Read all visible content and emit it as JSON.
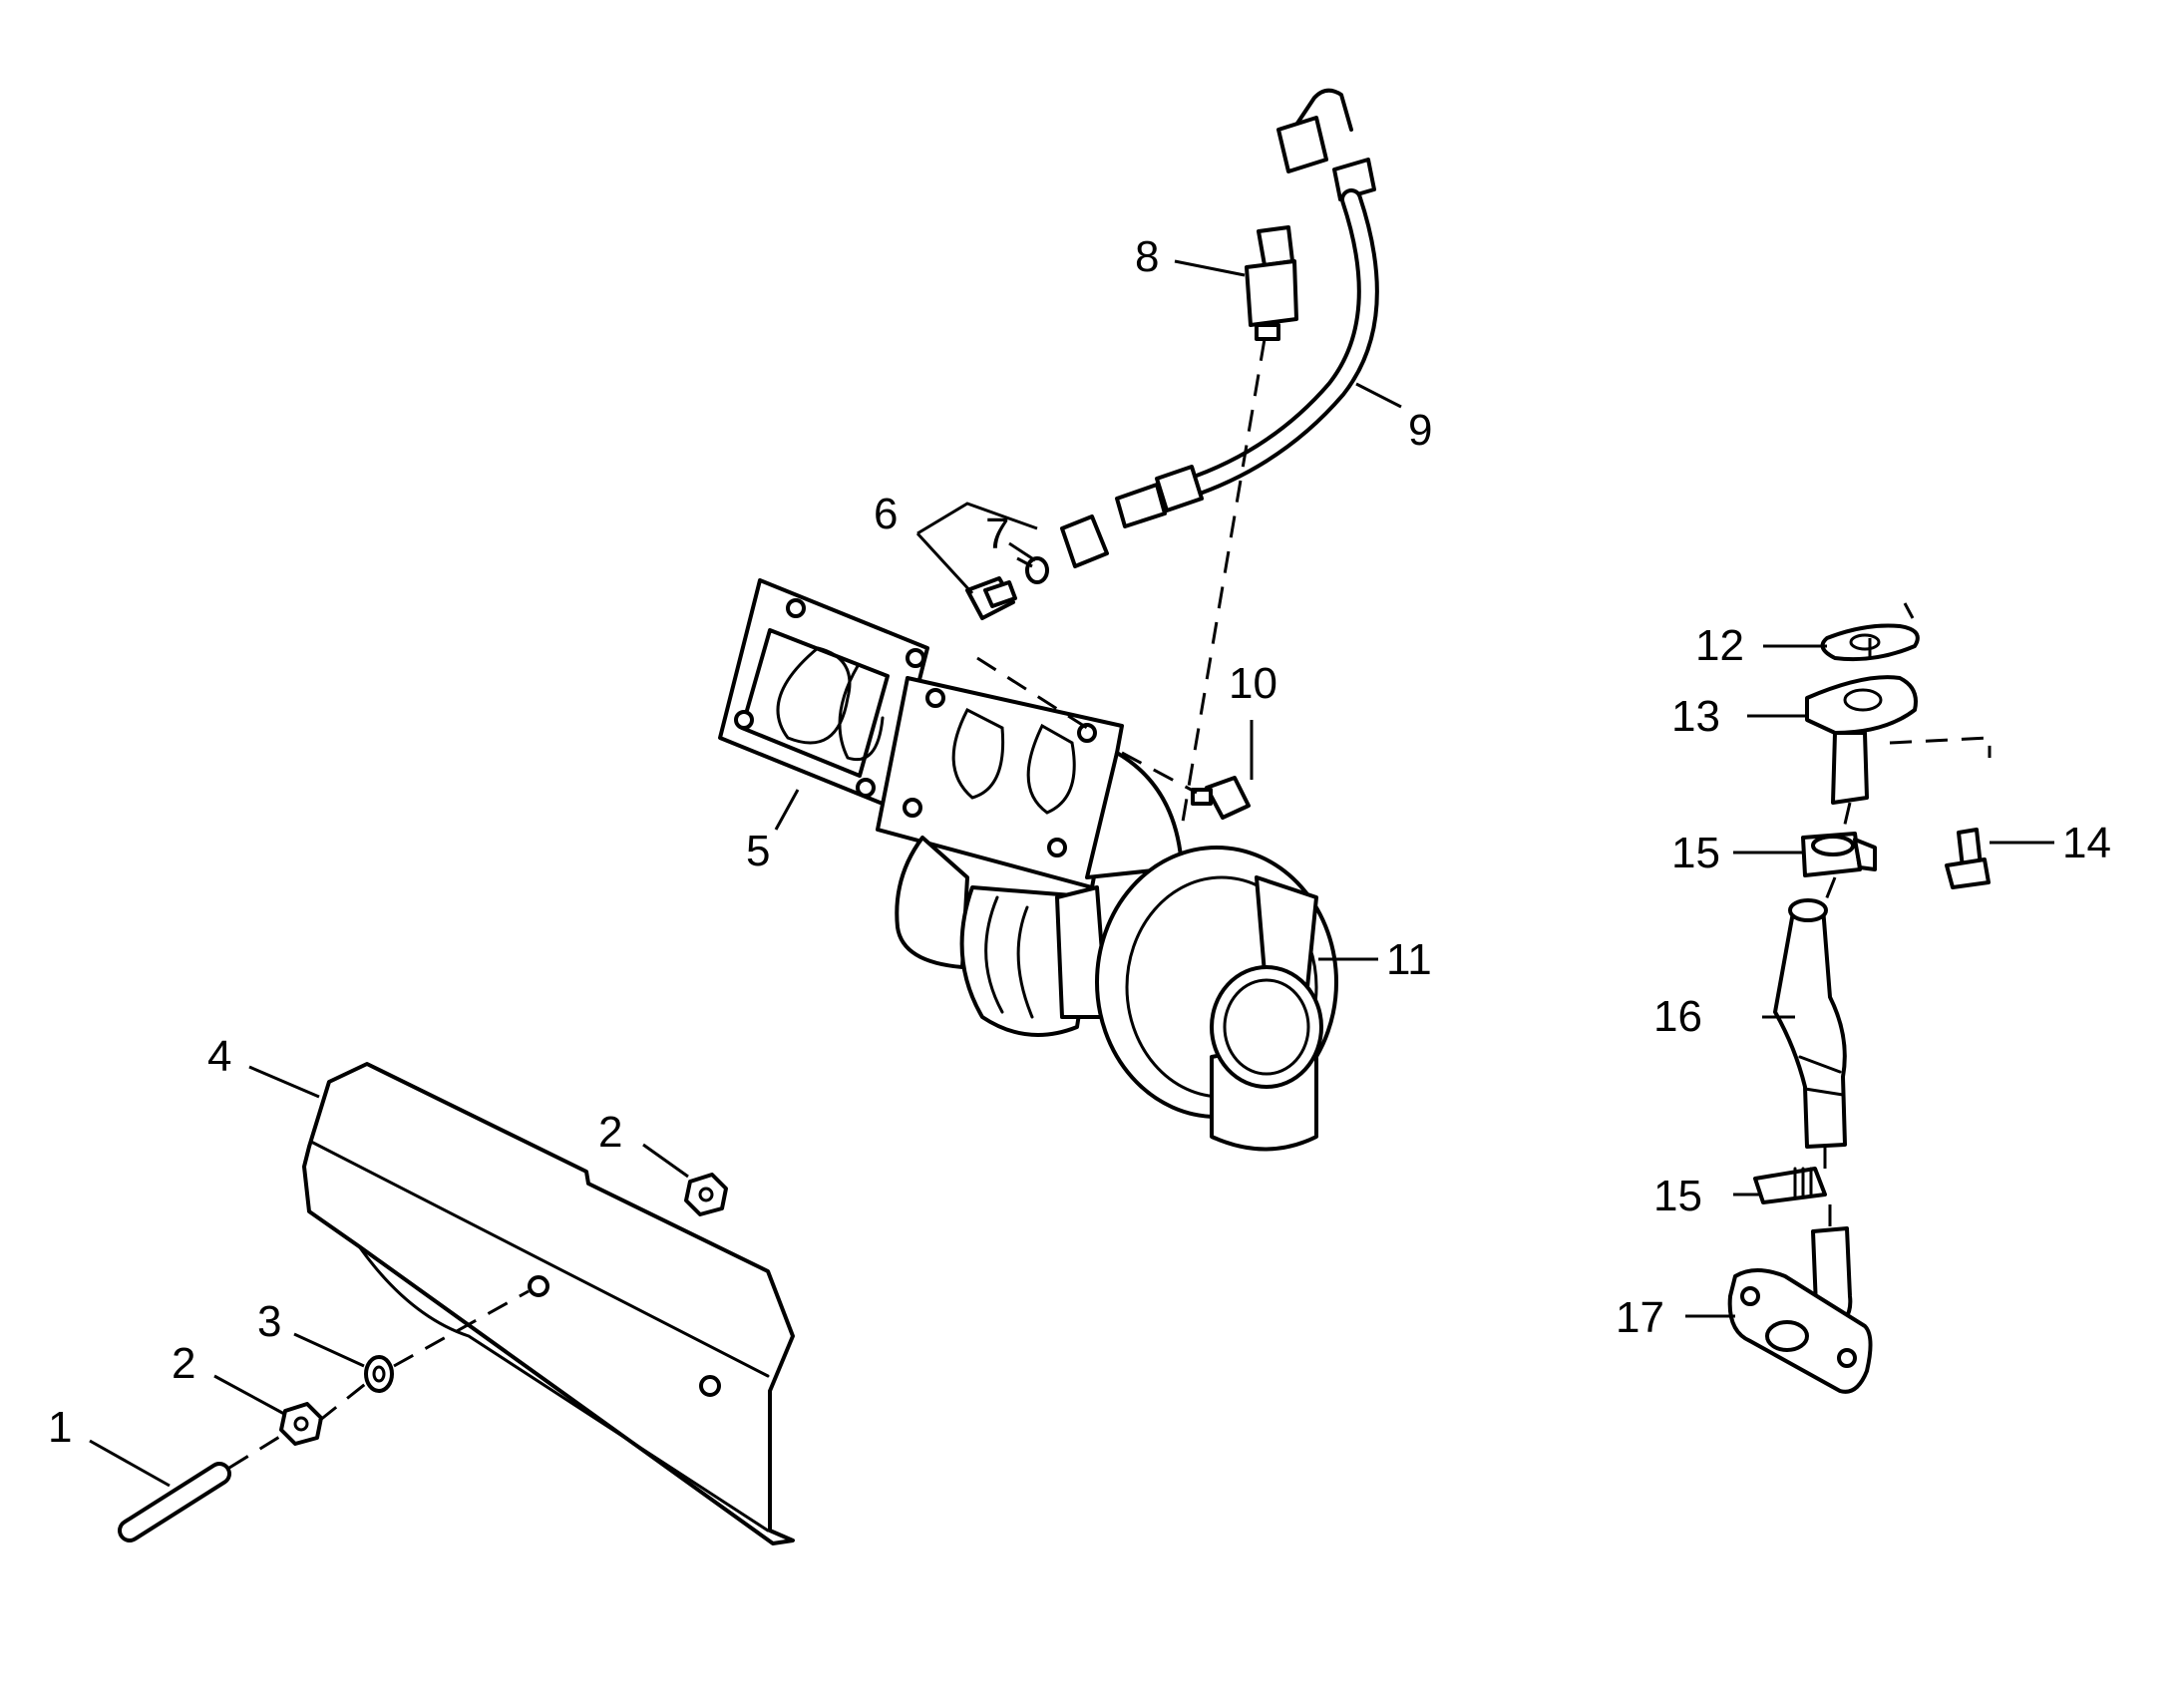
{
  "diagram": {
    "type": "exploded-parts-diagram",
    "callouts": {
      "c1": "1",
      "c2a": "2",
      "c2b": "2",
      "c3": "3",
      "c4": "4",
      "c5": "5",
      "c6": "6",
      "c7": "7",
      "c8": "8",
      "c9": "9",
      "c10": "10",
      "c11": "11",
      "c12": "12",
      "c13": "13",
      "c14": "14",
      "c15a": "15",
      "c15b": "15",
      "c16": "16",
      "c17": "17"
    }
  },
  "colors": {
    "line": "#000000",
    "background": "#ffffff"
  }
}
